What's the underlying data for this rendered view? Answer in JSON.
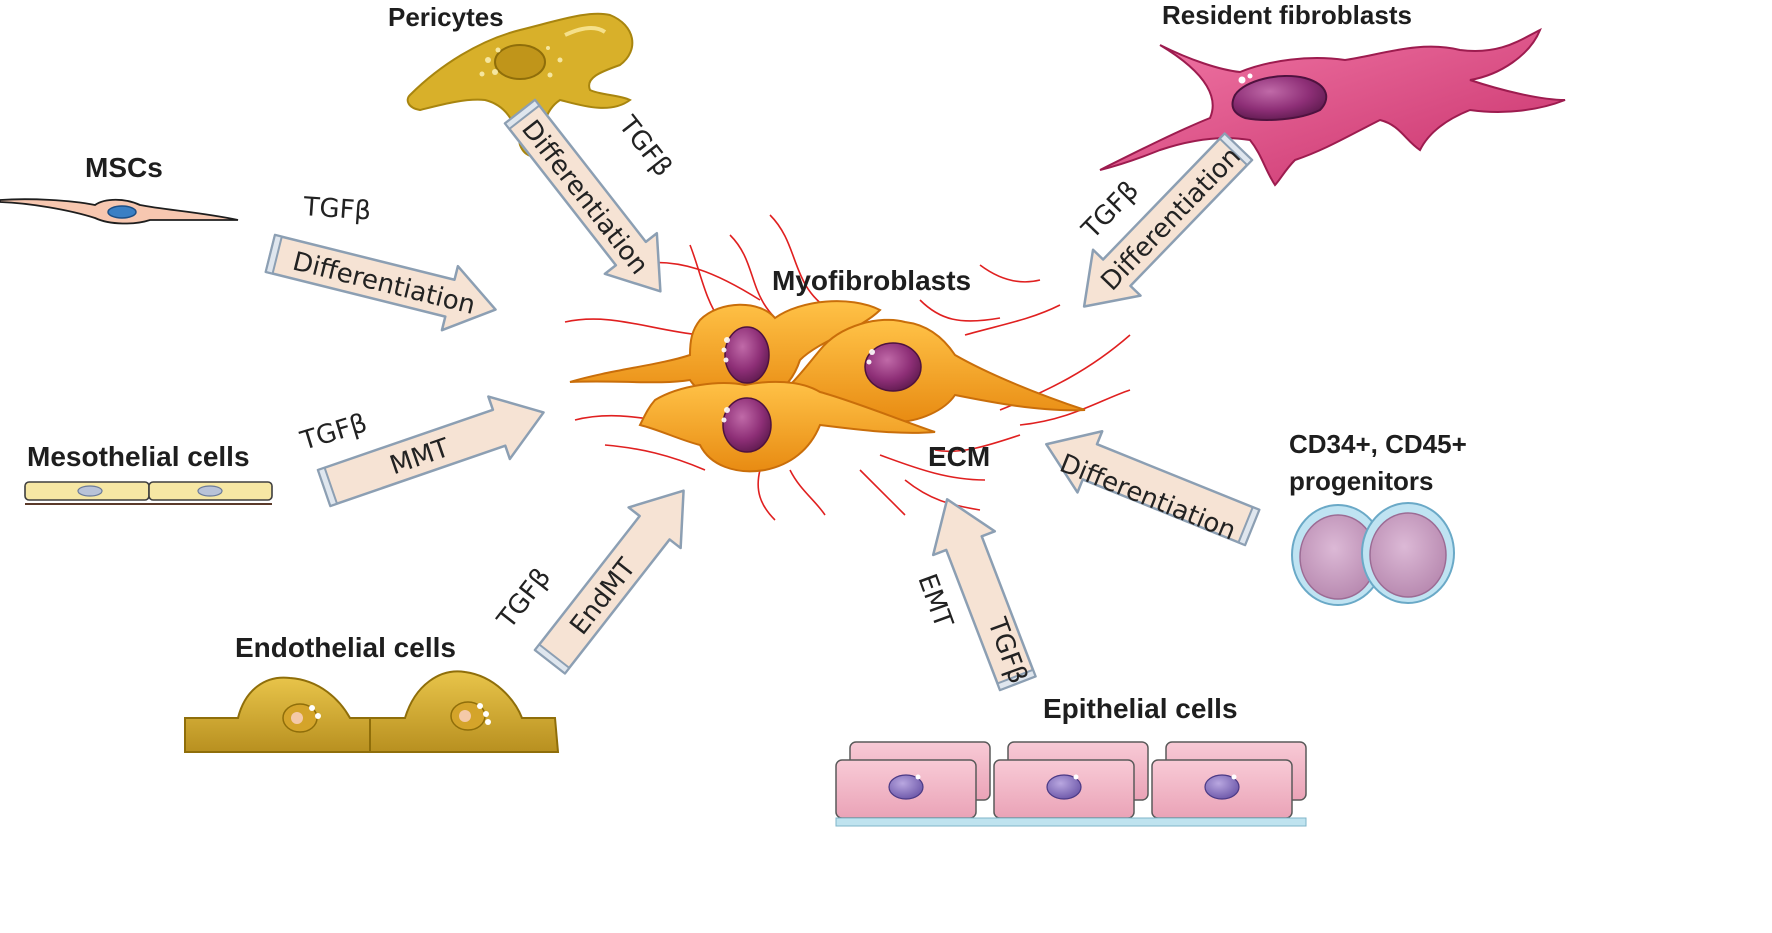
{
  "labels": {
    "pericytes": "Pericytes",
    "resident_fibroblasts": "Resident fibroblasts",
    "mscs": "MSCs",
    "myofibroblasts": "Myofibroblasts",
    "mesothelial": "Mesothelial cells",
    "ecm": "ECM",
    "progenitors_line1": "CD34+, CD45+",
    "progenitors_line2": "progenitors",
    "endothelial": "Endothelial cells",
    "epithelial": "Epithelial cells"
  },
  "arrows": {
    "mscs": {
      "label": "Differentiation",
      "factor": "TGFβ"
    },
    "pericytes": {
      "label": "Differentiation",
      "factor": "TGFβ"
    },
    "fibroblasts": {
      "label": "Differentiation",
      "factor": "TGFβ"
    },
    "mesothelial": {
      "label": "MMT",
      "factor": "TGFβ"
    },
    "progenitors": {
      "label": "Differentiation"
    },
    "endothelial": {
      "label": "EndMT",
      "factor": "TGFβ"
    },
    "epithelial": {
      "label": "EMT",
      "factor": "TGFβ"
    }
  },
  "colors": {
    "arrow_fill": "#f6e3d4",
    "arrow_stroke": "#8c9fb3",
    "myofibroblast": "#f4a522",
    "nucleus": "#8e2f77",
    "ecm_fiber": "#e02020",
    "fibroblast": "#d9457e",
    "pericyte": "#d8b02a",
    "epithelial": "#f3bccb",
    "endothelial": "#d9b33a",
    "progenitor": "#c9a3c4"
  }
}
